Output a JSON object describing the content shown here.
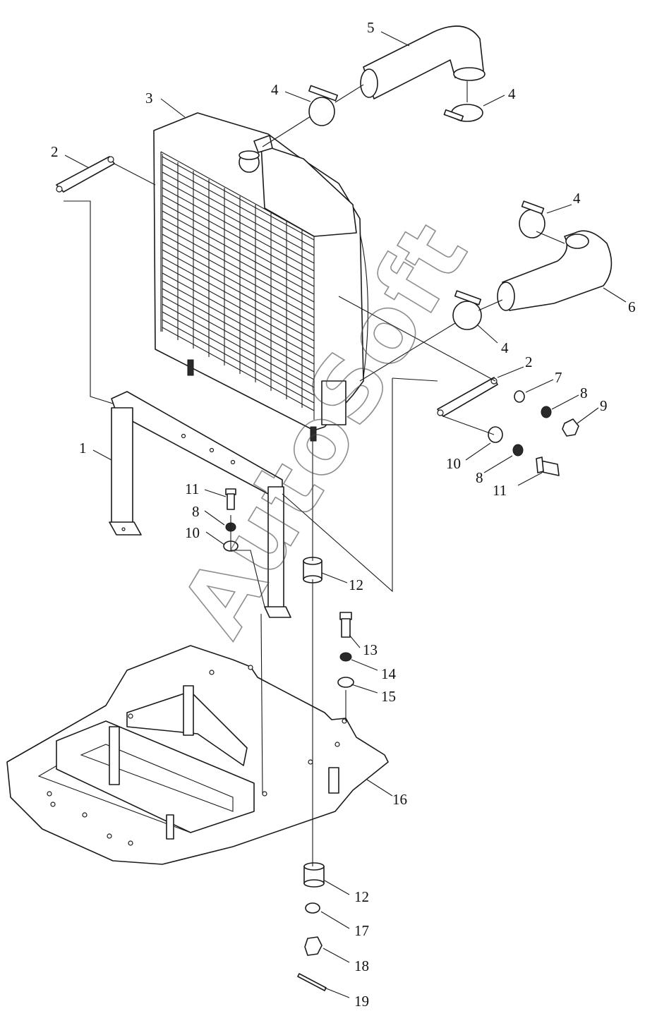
{
  "watermark": "AutoSoft",
  "callouts": [
    {
      "id": "c1",
      "label": "1"
    },
    {
      "id": "c2a",
      "label": "2"
    },
    {
      "id": "c2b",
      "label": "2"
    },
    {
      "id": "c3",
      "label": "3"
    },
    {
      "id": "c4a",
      "label": "4"
    },
    {
      "id": "c4b",
      "label": "4"
    },
    {
      "id": "c4c",
      "label": "4"
    },
    {
      "id": "c4d",
      "label": "4"
    },
    {
      "id": "c5",
      "label": "5"
    },
    {
      "id": "c6",
      "label": "6"
    },
    {
      "id": "c7",
      "label": "7"
    },
    {
      "id": "c8a",
      "label": "8"
    },
    {
      "id": "c8b",
      "label": "8"
    },
    {
      "id": "c8c",
      "label": "8"
    },
    {
      "id": "c9",
      "label": "9"
    },
    {
      "id": "c10a",
      "label": "10"
    },
    {
      "id": "c10b",
      "label": "10"
    },
    {
      "id": "c11a",
      "label": "11"
    },
    {
      "id": "c11b",
      "label": "11"
    },
    {
      "id": "c12a",
      "label": "12"
    },
    {
      "id": "c12b",
      "label": "12"
    },
    {
      "id": "c13",
      "label": "13"
    },
    {
      "id": "c14",
      "label": "14"
    },
    {
      "id": "c15",
      "label": "15"
    },
    {
      "id": "c16",
      "label": "16"
    },
    {
      "id": "c17",
      "label": "17"
    },
    {
      "id": "c18",
      "label": "18"
    },
    {
      "id": "c19",
      "label": "19"
    }
  ]
}
